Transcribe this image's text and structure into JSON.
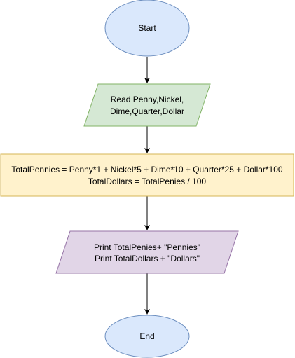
{
  "flowchart": {
    "start": {
      "label": "Start",
      "fill": "#dae8fc",
      "stroke": "#6c8ebf"
    },
    "read": {
      "lines": [
        "Read Penny,Nickel,",
        "Dime,Quarter,Dollar"
      ],
      "fill": "#d5e8d4",
      "stroke": "#82b366"
    },
    "process": {
      "lines": [
        "TotalPennies = Penny*1 + Nickel*5 + Dime*10 + Quarter*25 + Dollar*100",
        "TotalDollars = TotalPenies / 100"
      ],
      "fill": "#fff2cc",
      "stroke": "#d6b656"
    },
    "print": {
      "lines": [
        "Print TotalPenies+ \"Pennies\"",
        "Print TotalDollars + \"Dollars\""
      ],
      "fill": "#e1d5e7",
      "stroke": "#9673a6"
    },
    "end": {
      "label": "End",
      "fill": "#dae8fc",
      "stroke": "#6c8ebf"
    },
    "connector_color": "#000000"
  }
}
